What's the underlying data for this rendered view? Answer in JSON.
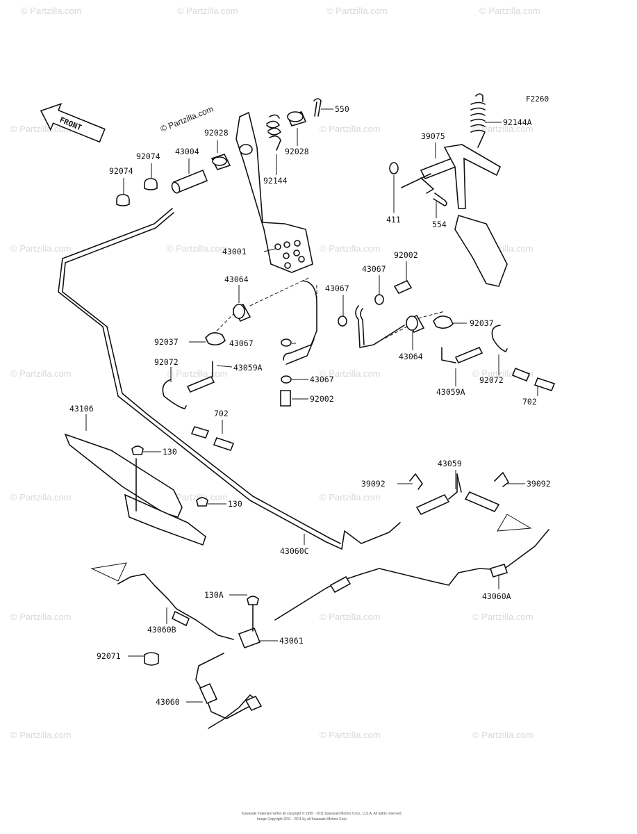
{
  "diagram": {
    "code": "F2260",
    "front_label": "FRONT",
    "site_label": "© Partzilla.com",
    "watermark": "© Partzilla.com",
    "copyright_line1": "Kawasaki materials within all copyright © 1995 - 2011 Kawasaki Motors Corp., U.S.A. All rights reserved.",
    "copyright_line2": "Image Copyright 2011 - 2011 by all Kawasaki Motors Corp."
  },
  "labels": [
    "550",
    "92144A",
    "92028",
    "92028",
    "43004",
    "92074",
    "92074",
    "92144",
    "39075",
    "411",
    "554",
    "43001",
    "92002",
    "43067",
    "43067",
    "43064",
    "92037",
    "43067",
    "92037",
    "43059A",
    "92072",
    "43064",
    "43059A",
    "92072",
    "43067",
    "92002",
    "702",
    "702",
    "43106",
    "130",
    "130",
    "43059",
    "39092",
    "39092",
    "43060C",
    "43060A",
    "130A",
    "43060B",
    "43061",
    "92071",
    "43060"
  ]
}
